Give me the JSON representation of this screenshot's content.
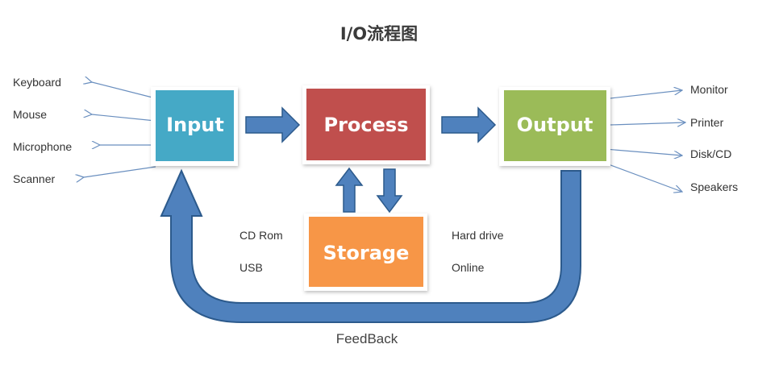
{
  "title": "I/O流程图",
  "boxes": {
    "input": {
      "label": "Input",
      "color": "#45a9c6"
    },
    "process": {
      "label": "Process",
      "color": "#c0504d"
    },
    "output": {
      "label": "Output",
      "color": "#9bbb59"
    },
    "storage": {
      "label": "Storage",
      "color": "#f79646"
    }
  },
  "input_devices": [
    "Keyboard",
    "Mouse",
    "Microphone",
    "Scanner"
  ],
  "output_devices": [
    "Monitor",
    "Printer",
    "Disk/CD",
    "Speakers"
  ],
  "storage_left": [
    "CD Rom",
    "USB"
  ],
  "storage_right": [
    "Hard drive",
    "Online"
  ],
  "feedback_label": "FeedBack",
  "colors": {
    "arrow_fill": "#4f81bd",
    "arrow_stroke": "#2c5a8c",
    "thin_arrow": "#6a8fbf"
  }
}
